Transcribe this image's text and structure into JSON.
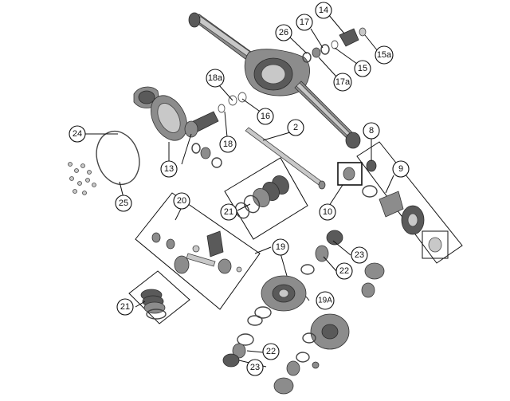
{
  "callouts": [
    {
      "id": "c14",
      "label": "14"
    },
    {
      "id": "c17",
      "label": "17"
    },
    {
      "id": "c26",
      "label": "26"
    },
    {
      "id": "c15a",
      "label": "15a"
    },
    {
      "id": "c15",
      "label": "15"
    },
    {
      "id": "c17a",
      "label": "17a"
    },
    {
      "id": "c18a",
      "label": "18a"
    },
    {
      "id": "c16",
      "label": "16"
    },
    {
      "id": "c18",
      "label": "18"
    },
    {
      "id": "c2",
      "label": "2"
    },
    {
      "id": "c24",
      "label": "24"
    },
    {
      "id": "c13",
      "label": "13"
    },
    {
      "id": "c25",
      "label": "25"
    },
    {
      "id": "c8",
      "label": "8"
    },
    {
      "id": "c9",
      "label": "9"
    },
    {
      "id": "c10",
      "label": "10"
    },
    {
      "id": "c21a",
      "label": "21"
    },
    {
      "id": "c20",
      "label": "20"
    },
    {
      "id": "c19",
      "label": "19"
    },
    {
      "id": "c23a",
      "label": "23"
    },
    {
      "id": "c22a",
      "label": "22"
    },
    {
      "id": "c19A",
      "label": "19A"
    },
    {
      "id": "c21b",
      "label": "21"
    },
    {
      "id": "c22b",
      "label": "22"
    },
    {
      "id": "c23b",
      "label": "23"
    }
  ]
}
